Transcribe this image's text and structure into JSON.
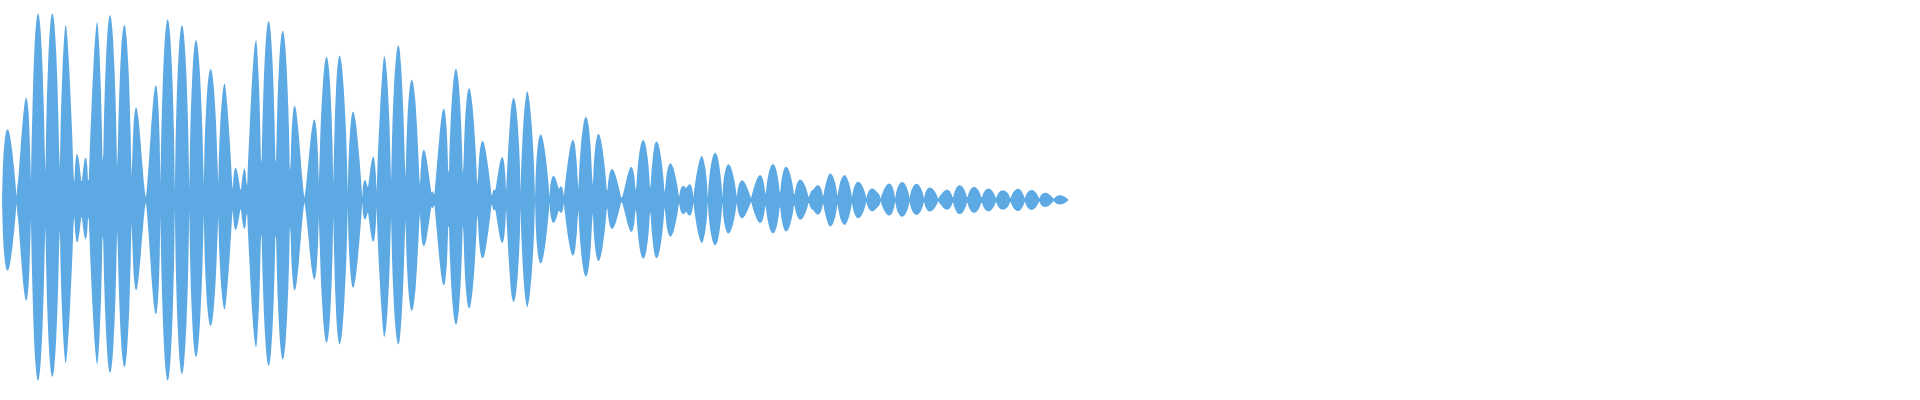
{
  "waveform": {
    "fill_color": "#5DA9E4",
    "background_color": "#FFFFFF",
    "peaks": [
      0.5,
      0.18,
      0.98,
      0.99,
      0.95,
      0.08,
      0.99,
      0.97,
      0.9,
      0.08,
      0.96,
      0.94,
      0.88,
      0.7,
      0.62,
      0.04,
      0.92,
      0.95,
      0.86,
      0.08,
      0.7,
      0.84,
      0.52,
      0.06,
      0.76,
      0.82,
      0.58,
      0.05,
      0.67,
      0.71,
      0.4,
      0.06,
      0.53,
      0.58,
      0.32,
      0.06,
      0.37,
      0.47,
      0.24,
      0.05,
      0.31,
      0.33,
      0.2,
      0.06,
      0.24,
      0.25,
      0.16,
      0.06,
      0.18,
      0.2,
      0.12,
      0.06,
      0.14,
      0.13,
      0.09,
      0.05,
      0.1,
      0.09,
      0.08,
      0.04,
      0.08,
      0.07,
      0.06,
      0.05,
      0.06,
      0.05,
      0.03,
      0.02
    ]
  }
}
